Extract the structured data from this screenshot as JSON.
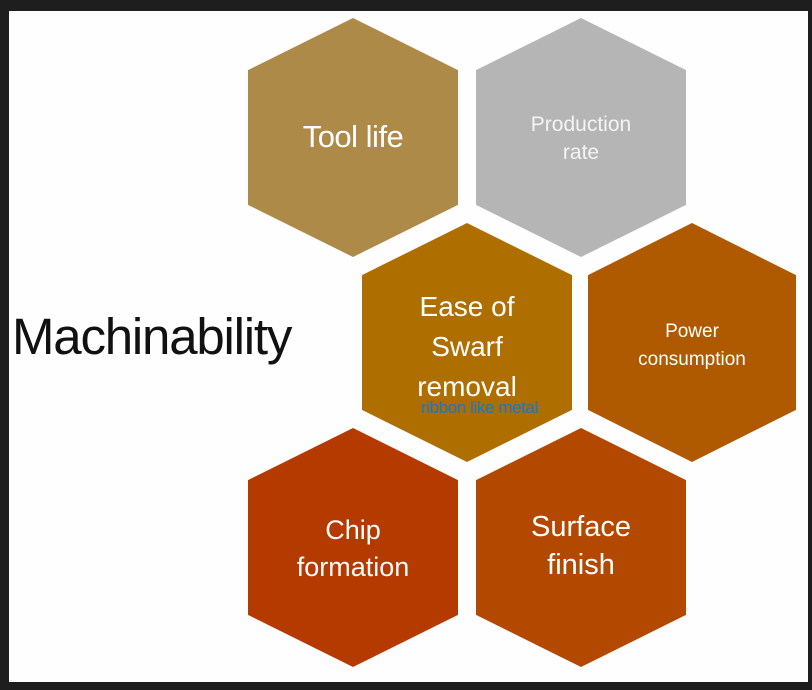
{
  "diagram": {
    "title": "Machinability",
    "hexagons": [
      {
        "id": "tool-life",
        "lines": [
          "Tool life"
        ],
        "color": "#AD8A48"
      },
      {
        "id": "production-rate",
        "lines": [
          "Production",
          "rate"
        ],
        "color": "#B5B5B5"
      },
      {
        "id": "ease-of-swarf-removal",
        "lines": [
          "Ease of",
          "Swarf",
          "removal"
        ],
        "color": "#AE6E00"
      },
      {
        "id": "power-consumption",
        "lines": [
          "Power",
          "consumption"
        ],
        "color": "#AF5A00"
      },
      {
        "id": "chip-formation",
        "lines": [
          "Chip",
          "formation"
        ],
        "color": "#B53A00"
      },
      {
        "id": "surface-finish",
        "lines": [
          "Surface",
          "finish"
        ],
        "color": "#B34800"
      }
    ],
    "annotation": {
      "text": "ribbon like metal",
      "color": "#1677CC"
    }
  }
}
